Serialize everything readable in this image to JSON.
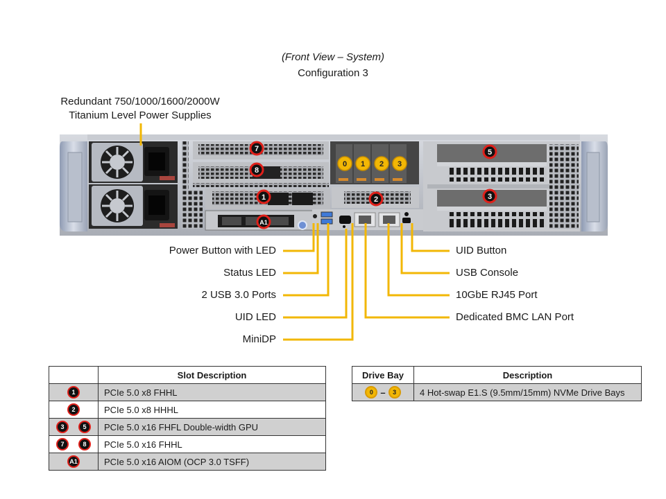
{
  "header": {
    "view_title": "(Front View – System)",
    "configuration": "Configuration 3"
  },
  "psu_label": {
    "line1": "Redundant 750/1000/1600/2000W",
    "line2": "Titanium Level Power Supplies"
  },
  "colors": {
    "callout_line": "#f2b705",
    "slot_badge_ring": "#e0201a",
    "drive_badge": "#f2b705",
    "table_shade": "#d0d0d0"
  },
  "chassis_badges": {
    "slots": [
      "7",
      "8",
      "1",
      "A1",
      "2",
      "5",
      "3"
    ],
    "drives": [
      "0",
      "1",
      "2",
      "3"
    ]
  },
  "callouts_left": [
    "Power Button with LED",
    "Status LED",
    "2 USB 3.0 Ports",
    "UID LED",
    "MiniDP"
  ],
  "callouts_right": [
    "UID Button",
    "USB Console",
    "10GbE RJ45 Port",
    "Dedicated BMC LAN Port"
  ],
  "slot_table": {
    "header": "Slot Description",
    "rows": [
      {
        "badges": [
          "1"
        ],
        "description": "PCIe 5.0 x8 FHHL"
      },
      {
        "badges": [
          "2"
        ],
        "description": "PCIe 5.0 x8 HHHL"
      },
      {
        "badges": [
          "3",
          "5"
        ],
        "description": "PCIe 5.0 x16 FHFL Double-width GPU"
      },
      {
        "badges": [
          "7",
          "8"
        ],
        "description": "PCIe 5.0 x16 FHHL"
      },
      {
        "badges": [
          "A1"
        ],
        "description": "PCIe 5.0 x16 AIOM (OCP 3.0 TSFF)"
      }
    ]
  },
  "drive_table": {
    "header_bay": "Drive Bay",
    "header_desc": "Description",
    "rows": [
      {
        "badge_from": "0",
        "badge_to": "3",
        "separator": "–",
        "description": "4 Hot-swap E1.S (9.5mm/15mm) NVMe Drive Bays"
      }
    ]
  }
}
